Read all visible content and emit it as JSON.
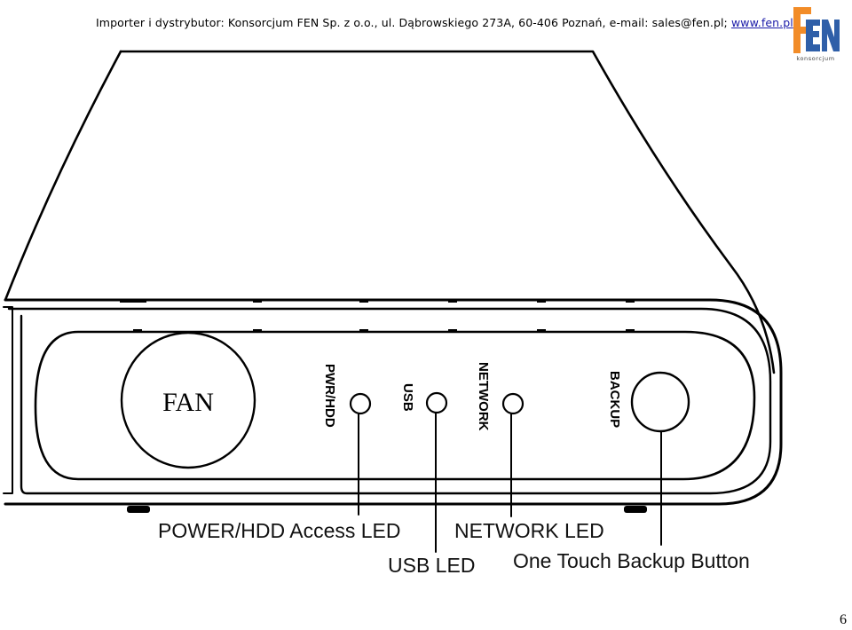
{
  "header": {
    "text": "Importer i dystrybutor: Konsorcjum FEN Sp. z o.o., ul. Dąbrowskiego 273A, 60-406 Poznań, e-mail: sales@fen.pl; ",
    "link": "www.fen.pl"
  },
  "logo": {
    "letters": "FEN",
    "subtitle": "konsorcjum",
    "colors": {
      "f": "#f28c28",
      "en": "#2f5fa8"
    }
  },
  "device": {
    "fan_label": "FAN",
    "labels": {
      "pwr": "PWR/HDD",
      "usb": "USB",
      "network": "NETWORK",
      "backup": "BACKUP"
    }
  },
  "callouts": {
    "power": "POWER/HDD Access LED",
    "usb": "USB LED",
    "network": "NETWORK LED",
    "backup": "One Touch Backup Button"
  },
  "page_number": "6"
}
